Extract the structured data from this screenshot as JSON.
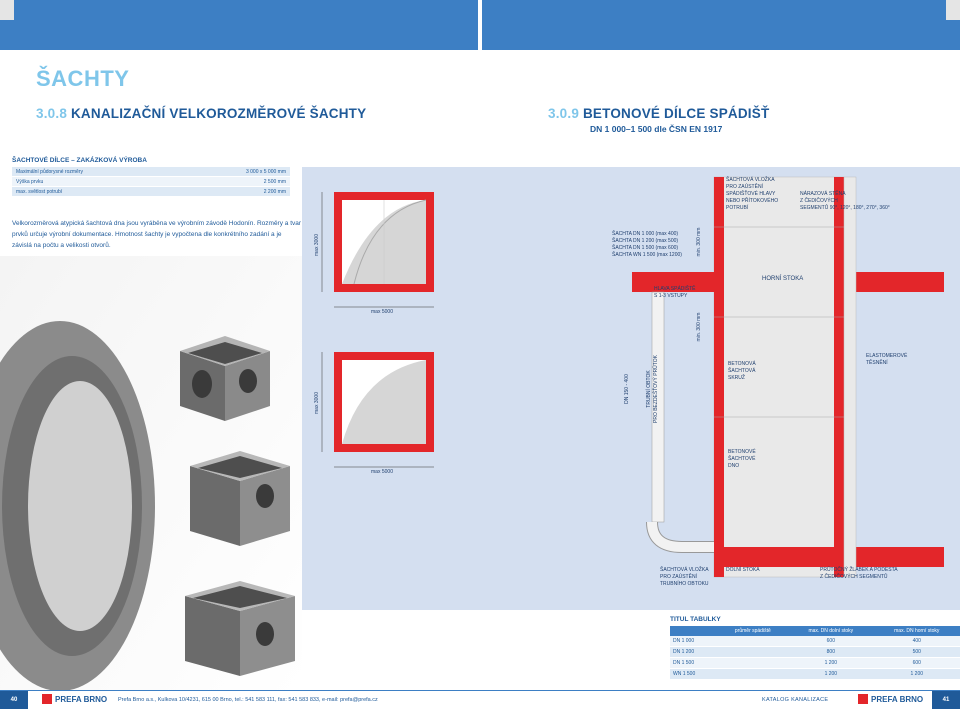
{
  "page": {
    "title": "ŠACHTY",
    "left_section": {
      "number": "3.0.8",
      "title": "KANALIZAČNÍ VELKOROZMĚROVÉ ŠACHTY"
    },
    "right_section": {
      "number": "3.0.9",
      "title": "BETONOVÉ DÍLCE SPÁDIŠŤ",
      "subtitle": "DN 1 000–1 500 dle ČSN EN 1917"
    }
  },
  "specs": {
    "title": "ŠACHTOVÉ DÍLCE – ZAKÁZKOVÁ VÝROBA",
    "rows": [
      {
        "label": "Maximální půdorysné rozměry",
        "value": "3 000 x 5 000 mm"
      },
      {
        "label": "Výška prvku",
        "value": "2 500 mm"
      },
      {
        "label": "max. světlost potrubí",
        "value": "2 200 mm"
      }
    ]
  },
  "description": "Velkorozměrová atypická šachtová dna jsou vyráběna ve výrobním závodě Hodonín. Rozměry a tvar prvků určuje výrobní dokumentace. Hmotnost šachty je vypočtena dle konkrétního zadání a je závislá na počtu a velikosti otvorů.",
  "diagram": {
    "dim_top_h": "max 5000",
    "dim_top_v": "max 3000",
    "dim_bot_h": "max 5000",
    "dim_bot_v": "max 3000",
    "shaft_list": [
      "ŠACHTA DN 1 000 (max 400)",
      "ŠACHTA DN 1 200 (max 500)",
      "ŠACHTA DN 1 500 (max 600)",
      "ŠACHTA WN 1 500 (max 1200)"
    ],
    "min_300_a": "min. 300 mm",
    "min_300_b": "min. 300 mm",
    "label_vlozka": [
      "ŠACHTOVÁ VLOŽKA",
      "PRO ZAÚSTĚNÍ",
      "SPÁDIŠŤOVÉ HLAVY",
      "NEBO PŘÍTOKOVÉHO",
      "POTRUBÍ"
    ],
    "label_stena": [
      "NÁRAZOVÁ STĚNA",
      "Z ČEDIČOVÝCH",
      "SEGMENTŮ 90°, 120°, 180°, 270°, 360°"
    ],
    "label_horni": "HORNÍ STOKA",
    "label_hlava": [
      "HLAVA SPÁDIŠTĚ",
      "S 1-3 VSTUPY"
    ],
    "label_skruz": [
      "BETONOVÁ",
      "ŠACHTOVÁ",
      "SKRUŽ"
    ],
    "label_tesneni": [
      "ELASTOMEROVÉ",
      "TĚSNĚNÍ"
    ],
    "label_dn": "DN 150 - 400",
    "label_obtok": [
      "TRUBNÍ OBTOK",
      "PRO BEZDEŠŤOVÝ PRŮTOK"
    ],
    "label_dno": [
      "BETONOVÉ",
      "ŠACHTOVÉ",
      "DNO"
    ],
    "label_vlozka2": [
      "ŠACHTOVÁ VLOŽKA",
      "PRO ZAÚSTĚNÍ",
      "TRUBNÍHO OBTOKU"
    ],
    "label_dolni": "DOLNÍ STOKA",
    "label_zlabek": [
      "PRŮTOČNÝ ŽLÁBEK A PODESTA",
      "Z ČEDIČOVÝCH SEGMENTŮ"
    ]
  },
  "table": {
    "title": "TITUL TABULKY",
    "headers": [
      "",
      "průměr spádiště",
      "max. DN dolní stoky",
      "max. DN horní stoky"
    ],
    "rows": [
      [
        "DN 1 000",
        "",
        "600",
        "400"
      ],
      [
        "DN 1 200",
        "",
        "800",
        "500"
      ],
      [
        "DN 1 500",
        "",
        "1 200",
        "600"
      ],
      [
        "WN 1 500",
        "",
        "1 200",
        "1 200"
      ]
    ]
  },
  "footer": {
    "page_left": "40",
    "page_right": "41",
    "logo": "PREFA BRNO",
    "address": "Prefa Brno a.s., Kulkova 10/4231, 615 00 Brno, tel.: 541 583 111, fax: 541 583 833, e-mail: prefa@prefa.cz",
    "catalog": "KATALOG KANALIZACE"
  },
  "colors": {
    "blue": "#3d7fc4",
    "dark_blue": "#1f5a99",
    "light_blue": "#7fc6ea",
    "red": "#e3262a",
    "panel": "#d4dff0"
  }
}
